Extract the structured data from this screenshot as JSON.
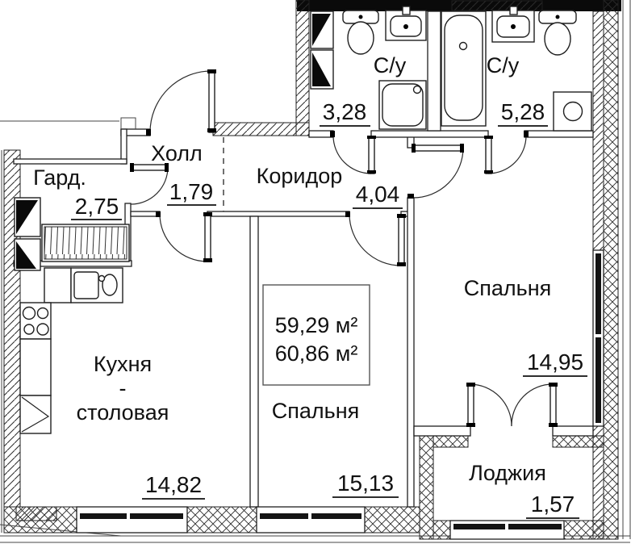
{
  "plan_title": "apartment-floor-plan",
  "total": {
    "line1": "59,29 м²",
    "line2": "60,86 м²"
  },
  "rooms": [
    {
      "name": "Холл",
      "area": "1,79"
    },
    {
      "name": "Гард.",
      "area": "2,75"
    },
    {
      "name": "Коридор",
      "area": "4,04"
    },
    {
      "name": "С/у",
      "area": "3,28"
    },
    {
      "name": "С/у",
      "area": "5,28"
    },
    {
      "name": "Спальня",
      "area": "14,95"
    },
    {
      "name_line1": "Кухня",
      "name_line2": "-",
      "name_line3": "столовая",
      "area": "14,82"
    },
    {
      "name": "Спальня",
      "area": "15,13"
    },
    {
      "name": "Лоджия",
      "area": "1,57"
    }
  ],
  "icons": [
    "toilet-icon",
    "sink-icon",
    "shower-icon",
    "bathtub-icon",
    "washing-machine-icon",
    "stove-icon",
    "fridge-icon",
    "kitchen-sink-icon",
    "wardrobe-rack-icon",
    "vent-shaft-icon",
    "door-arc-icon",
    "window-icon"
  ],
  "colors": {
    "wall_black": "#0a0a0a",
    "hatch_line": "#2b2b2b",
    "outline": "#1f1f1f",
    "text": "#111111",
    "background": "#ffffff"
  }
}
